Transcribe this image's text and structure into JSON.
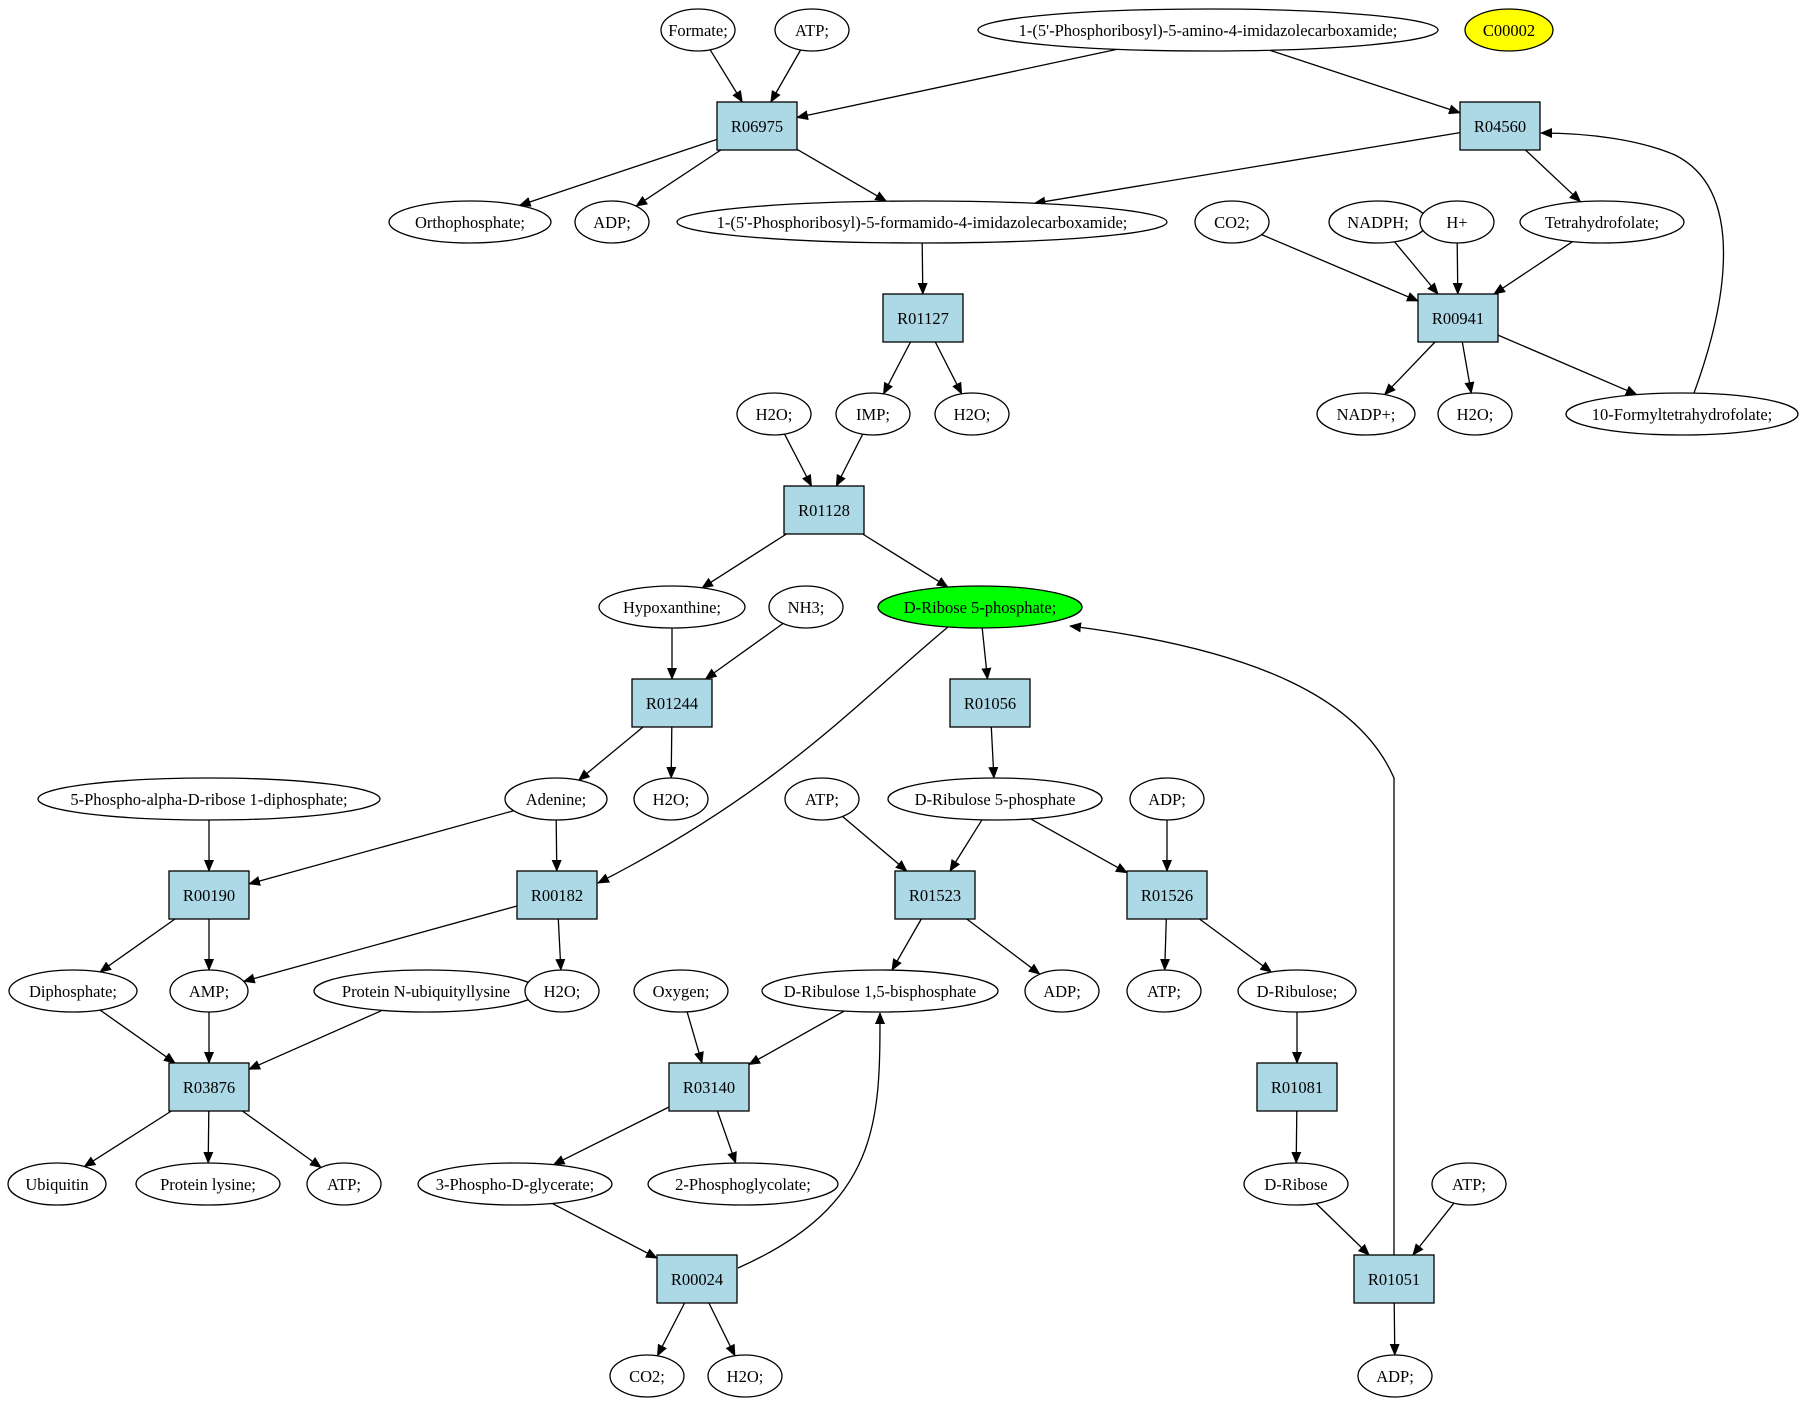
{
  "graph": {
    "colors": {
      "compound_fill": "#ffffff",
      "reaction_fill": "#add8e6",
      "query_fill": "#00ff00",
      "target_fill": "#ffff00",
      "stroke": "#000000"
    },
    "compounds": [
      {
        "id": "formate",
        "label": "Formate;"
      },
      {
        "id": "atp1",
        "label": "ATP;"
      },
      {
        "id": "aicar",
        "label": "1-(5'-Phosphoribosyl)-5-amino-4-imidazolecarboxamide;"
      },
      {
        "id": "c00002",
        "label": "C00002",
        "fill": "#ffff00"
      },
      {
        "id": "orthophosphate",
        "label": "Orthophosphate;"
      },
      {
        "id": "adp1",
        "label": "ADP;"
      },
      {
        "id": "faicar",
        "label": "1-(5'-Phosphoribosyl)-5-formamido-4-imidazolecarboxamide;"
      },
      {
        "id": "co2_1",
        "label": "CO2;"
      },
      {
        "id": "nadph",
        "label": "NADPH;"
      },
      {
        "id": "hplus",
        "label": "H+"
      },
      {
        "id": "thf",
        "label": "Tetrahydrofolate;"
      },
      {
        "id": "h2o_a",
        "label": "H2O;"
      },
      {
        "id": "imp",
        "label": "IMP;"
      },
      {
        "id": "h2o_b",
        "label": "H2O;"
      },
      {
        "id": "nadpplus",
        "label": "NADP+;"
      },
      {
        "id": "h2o_c",
        "label": "H2O;"
      },
      {
        "id": "fthf",
        "label": "10-Formyltetrahydrofolate;"
      },
      {
        "id": "hypoxanthine",
        "label": "Hypoxanthine;"
      },
      {
        "id": "nh3",
        "label": "NH3;"
      },
      {
        "id": "r5p",
        "label": "D-Ribose 5-phosphate;",
        "fill": "#00ff00"
      },
      {
        "id": "prpp",
        "label": "5-Phospho-alpha-D-ribose 1-diphosphate;"
      },
      {
        "id": "adenine",
        "label": "Adenine;"
      },
      {
        "id": "h2o_d",
        "label": "H2O;"
      },
      {
        "id": "atp2",
        "label": "ATP;"
      },
      {
        "id": "ru5p",
        "label": "D-Ribulose 5-phosphate"
      },
      {
        "id": "adp2",
        "label": "ADP;"
      },
      {
        "id": "diphosphate",
        "label": "Diphosphate;"
      },
      {
        "id": "amp",
        "label": "AMP;"
      },
      {
        "id": "protnub",
        "label": "Protein N-ubiquityllysine"
      },
      {
        "id": "h2o_e",
        "label": "H2O;"
      },
      {
        "id": "oxygen",
        "label": "Oxygen;"
      },
      {
        "id": "rubp",
        "label": "D-Ribulose 1,5-bisphosphate"
      },
      {
        "id": "adp3",
        "label": "ADP;"
      },
      {
        "id": "atp3",
        "label": "ATP;"
      },
      {
        "id": "ribulose",
        "label": "D-Ribulose;"
      },
      {
        "id": "ubiquitin",
        "label": "Ubiquitin"
      },
      {
        "id": "protlys",
        "label": "Protein lysine;"
      },
      {
        "id": "atp4",
        "label": "ATP;"
      },
      {
        "id": "pga",
        "label": "3-Phospho-D-glycerate;"
      },
      {
        "id": "pglycolate",
        "label": "2-Phosphoglycolate;"
      },
      {
        "id": "ribose",
        "label": "D-Ribose"
      },
      {
        "id": "atp5",
        "label": "ATP;"
      },
      {
        "id": "co2_2",
        "label": "CO2;"
      },
      {
        "id": "h2o_f",
        "label": "H2O;"
      },
      {
        "id": "adp4",
        "label": "ADP;"
      }
    ],
    "reactions": [
      {
        "id": "R06975",
        "label": "R06975"
      },
      {
        "id": "R04560",
        "label": "R04560"
      },
      {
        "id": "R01127",
        "label": "R01127"
      },
      {
        "id": "R00941",
        "label": "R00941"
      },
      {
        "id": "R01128",
        "label": "R01128"
      },
      {
        "id": "R01244",
        "label": "R01244"
      },
      {
        "id": "R01056",
        "label": "R01056"
      },
      {
        "id": "R00190",
        "label": "R00190"
      },
      {
        "id": "R00182",
        "label": "R00182"
      },
      {
        "id": "R01523",
        "label": "R01523"
      },
      {
        "id": "R01526",
        "label": "R01526"
      },
      {
        "id": "R03876",
        "label": "R03876"
      },
      {
        "id": "R03140",
        "label": "R03140"
      },
      {
        "id": "R01081",
        "label": "R01081"
      },
      {
        "id": "R00024",
        "label": "R00024"
      },
      {
        "id": "R01051",
        "label": "R01051"
      }
    ],
    "edges": [
      [
        "formate",
        "R06975"
      ],
      [
        "atp1",
        "R06975"
      ],
      [
        "aicar",
        "R06975"
      ],
      [
        "aicar",
        "R04560"
      ],
      [
        "R06975",
        "orthophosphate"
      ],
      [
        "R06975",
        "adp1"
      ],
      [
        "R06975",
        "faicar"
      ],
      [
        "R04560",
        "faicar"
      ],
      [
        "R04560",
        "thf"
      ],
      [
        "fthf",
        "R04560"
      ],
      [
        "faicar",
        "R01127"
      ],
      [
        "R01127",
        "imp"
      ],
      [
        "R01127",
        "h2o_b"
      ],
      [
        "co2_1",
        "R00941"
      ],
      [
        "nadph",
        "R00941"
      ],
      [
        "hplus",
        "R00941"
      ],
      [
        "thf",
        "R00941"
      ],
      [
        "R00941",
        "nadpplus"
      ],
      [
        "R00941",
        "h2o_c"
      ],
      [
        "R00941",
        "fthf"
      ],
      [
        "h2o_a",
        "R01128"
      ],
      [
        "imp",
        "R01128"
      ],
      [
        "R01128",
        "hypoxanthine"
      ],
      [
        "R01128",
        "r5p"
      ],
      [
        "hypoxanthine",
        "R01244"
      ],
      [
        "nh3",
        "R01244"
      ],
      [
        "R01244",
        "adenine"
      ],
      [
        "R01244",
        "h2o_d"
      ],
      [
        "r5p",
        "R01056"
      ],
      [
        "r5p",
        "R00182"
      ],
      [
        "R01056",
        "ru5p"
      ],
      [
        "prpp",
        "R00190"
      ],
      [
        "adenine",
        "R00190"
      ],
      [
        "adenine",
        "R00182"
      ],
      [
        "R00190",
        "diphosphate"
      ],
      [
        "R00190",
        "amp"
      ],
      [
        "R00182",
        "amp"
      ],
      [
        "R00182",
        "h2o_e"
      ],
      [
        "atp2",
        "R01523"
      ],
      [
        "ru5p",
        "R01523"
      ],
      [
        "ru5p",
        "R01526"
      ],
      [
        "adp2",
        "R01526"
      ],
      [
        "R01523",
        "rubp"
      ],
      [
        "R01523",
        "adp3"
      ],
      [
        "R01526",
        "atp3"
      ],
      [
        "R01526",
        "ribulose"
      ],
      [
        "diphosphate",
        "R03876"
      ],
      [
        "amp",
        "R03876"
      ],
      [
        "protnub",
        "R03876"
      ],
      [
        "R03876",
        "ubiquitin"
      ],
      [
        "R03876",
        "protlys"
      ],
      [
        "R03876",
        "atp4"
      ],
      [
        "oxygen",
        "R03140"
      ],
      [
        "rubp",
        "R03140"
      ],
      [
        "R03140",
        "pga"
      ],
      [
        "R03140",
        "pglycolate"
      ],
      [
        "ribulose",
        "R01081"
      ],
      [
        "R01081",
        "ribose"
      ],
      [
        "pga",
        "R00024"
      ],
      [
        "R00024",
        "rubp"
      ],
      [
        "R00024",
        "co2_2"
      ],
      [
        "R00024",
        "h2o_f"
      ],
      [
        "ribose",
        "R01051"
      ],
      [
        "atp5",
        "R01051"
      ],
      [
        "R01051",
        "r5p"
      ],
      [
        "R01051",
        "adp4"
      ]
    ]
  }
}
